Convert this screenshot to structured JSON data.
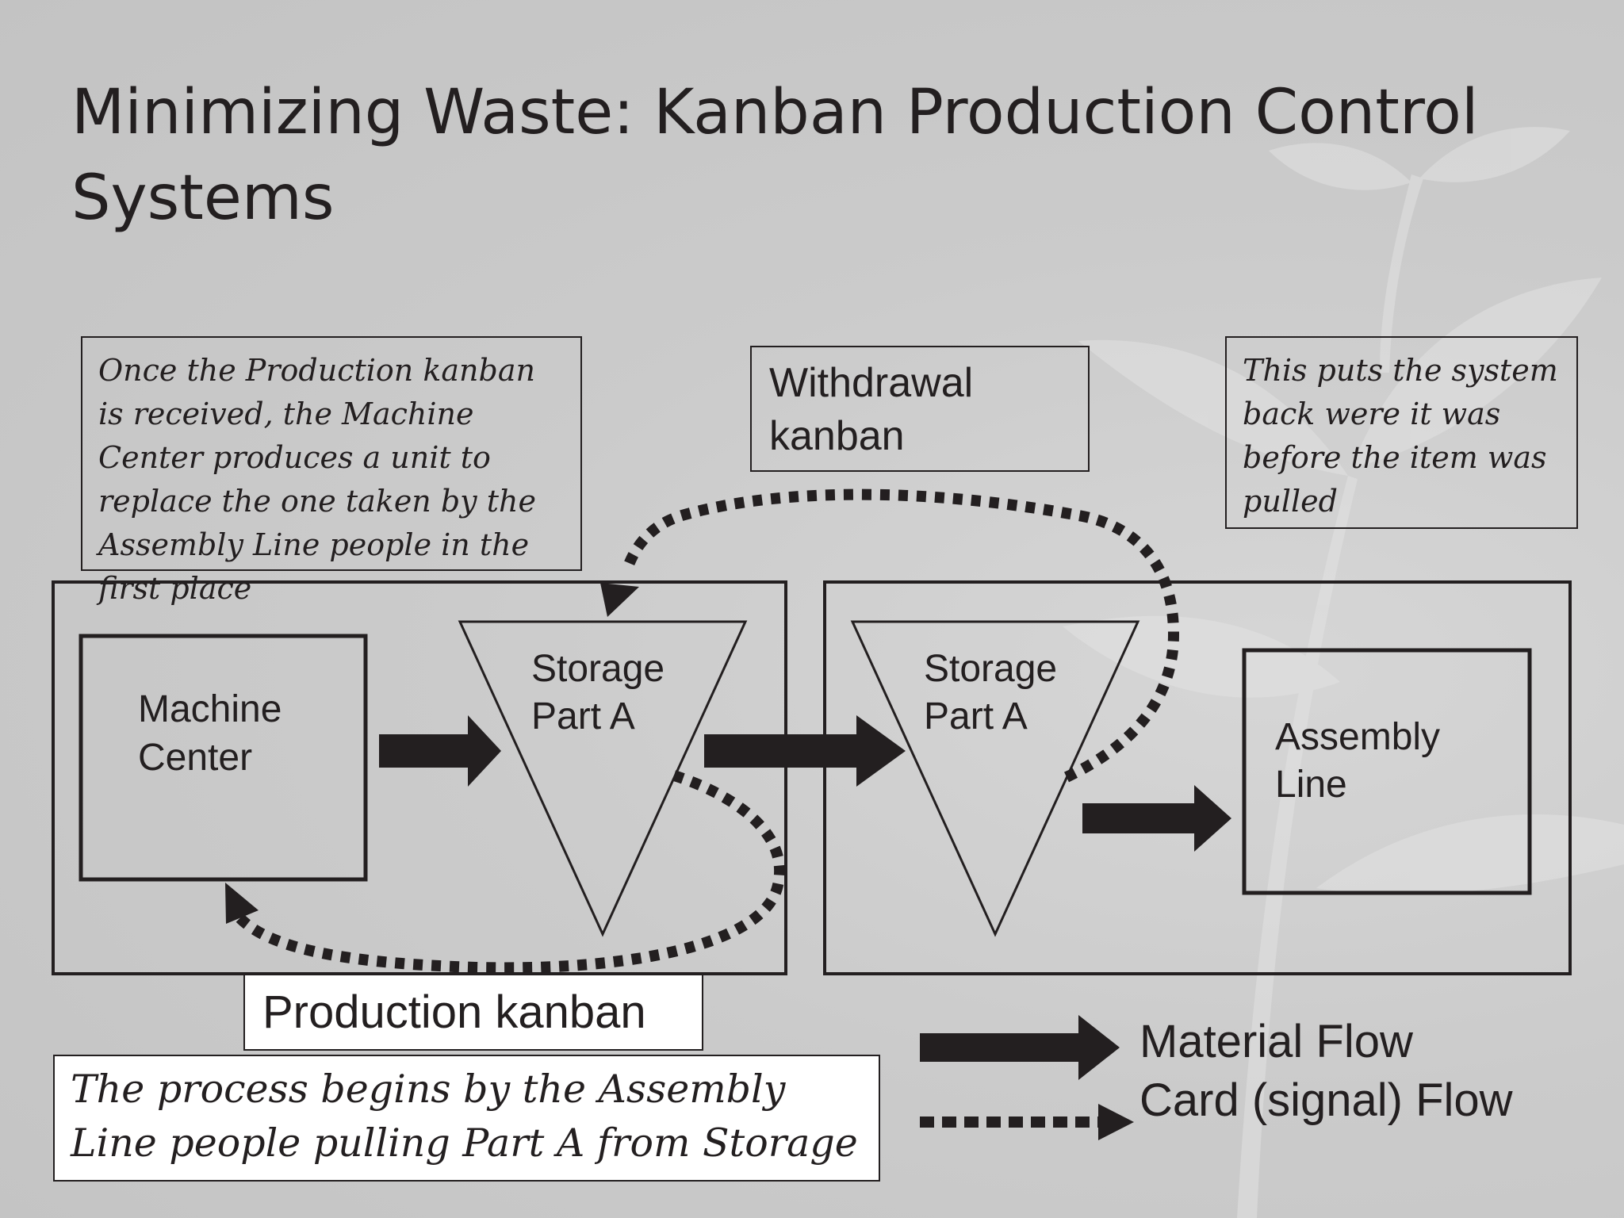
{
  "slide": {
    "title": "Minimizing Waste: Kanban Production Control Systems"
  },
  "notes": {
    "production_note": "Once the Production kanban is received, the Machine Center produces a unit to replace the one taken by the Assembly Line people in the first place",
    "system_note": "This puts the system back were it was before the item was pulled",
    "process_note": "The process begins by the Assembly Line people pulling Part A from Storage"
  },
  "diagram": {
    "machine_center": "Machine Center",
    "storage_left": "Storage Part A",
    "storage_right": "Storage Part A",
    "assembly_line": "Assembly Line",
    "withdrawal_kanban": "Withdrawal kanban",
    "production_kanban": "Production kanban"
  },
  "legend": {
    "material_flow": "Material Flow",
    "card_flow": "Card (signal) Flow"
  },
  "colors": {
    "ink": "#231f20",
    "background": "#c9c9c9"
  }
}
